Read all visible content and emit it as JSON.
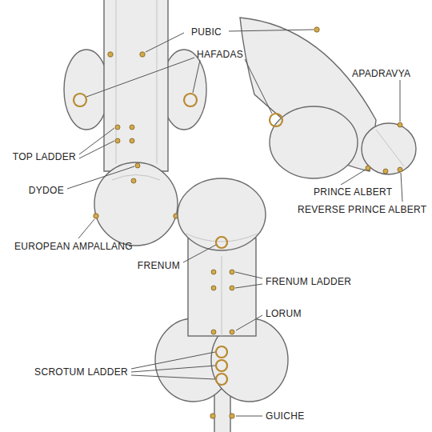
{
  "diagram": {
    "labels": [
      "PUBIC",
      "HAFADAS",
      "APADRAVYA",
      "TOP LADDER",
      "DYDOE",
      "PRINCE ALBERT",
      "REVERSE PRINCE ALBERT",
      "EUROPEAN AMPALLANG",
      "FRENUM",
      "FRENUM LADDER",
      "LORUM",
      "SCROTUM LADDER",
      "GUICHE"
    ]
  }
}
